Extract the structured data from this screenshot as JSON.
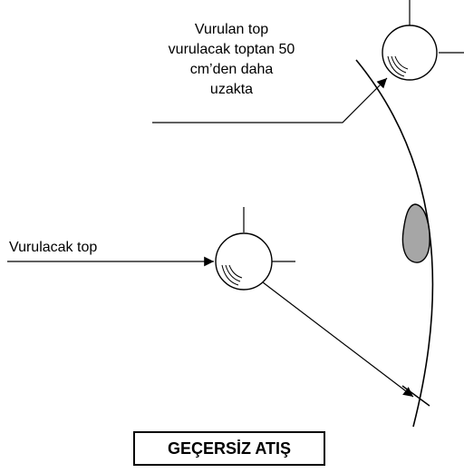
{
  "diagram": {
    "label_far_ball": [
      "Vurulan top",
      "vurulacak toptan 50",
      "cm’den daha",
      "uzakta"
    ],
    "label_target_ball": "Vurulacak top",
    "caption": "GEÇERSİZ ATIŞ",
    "colors": {
      "stroke": "#000000",
      "hole_fill": "#a6a6a6",
      "background": "#ffffff"
    }
  }
}
